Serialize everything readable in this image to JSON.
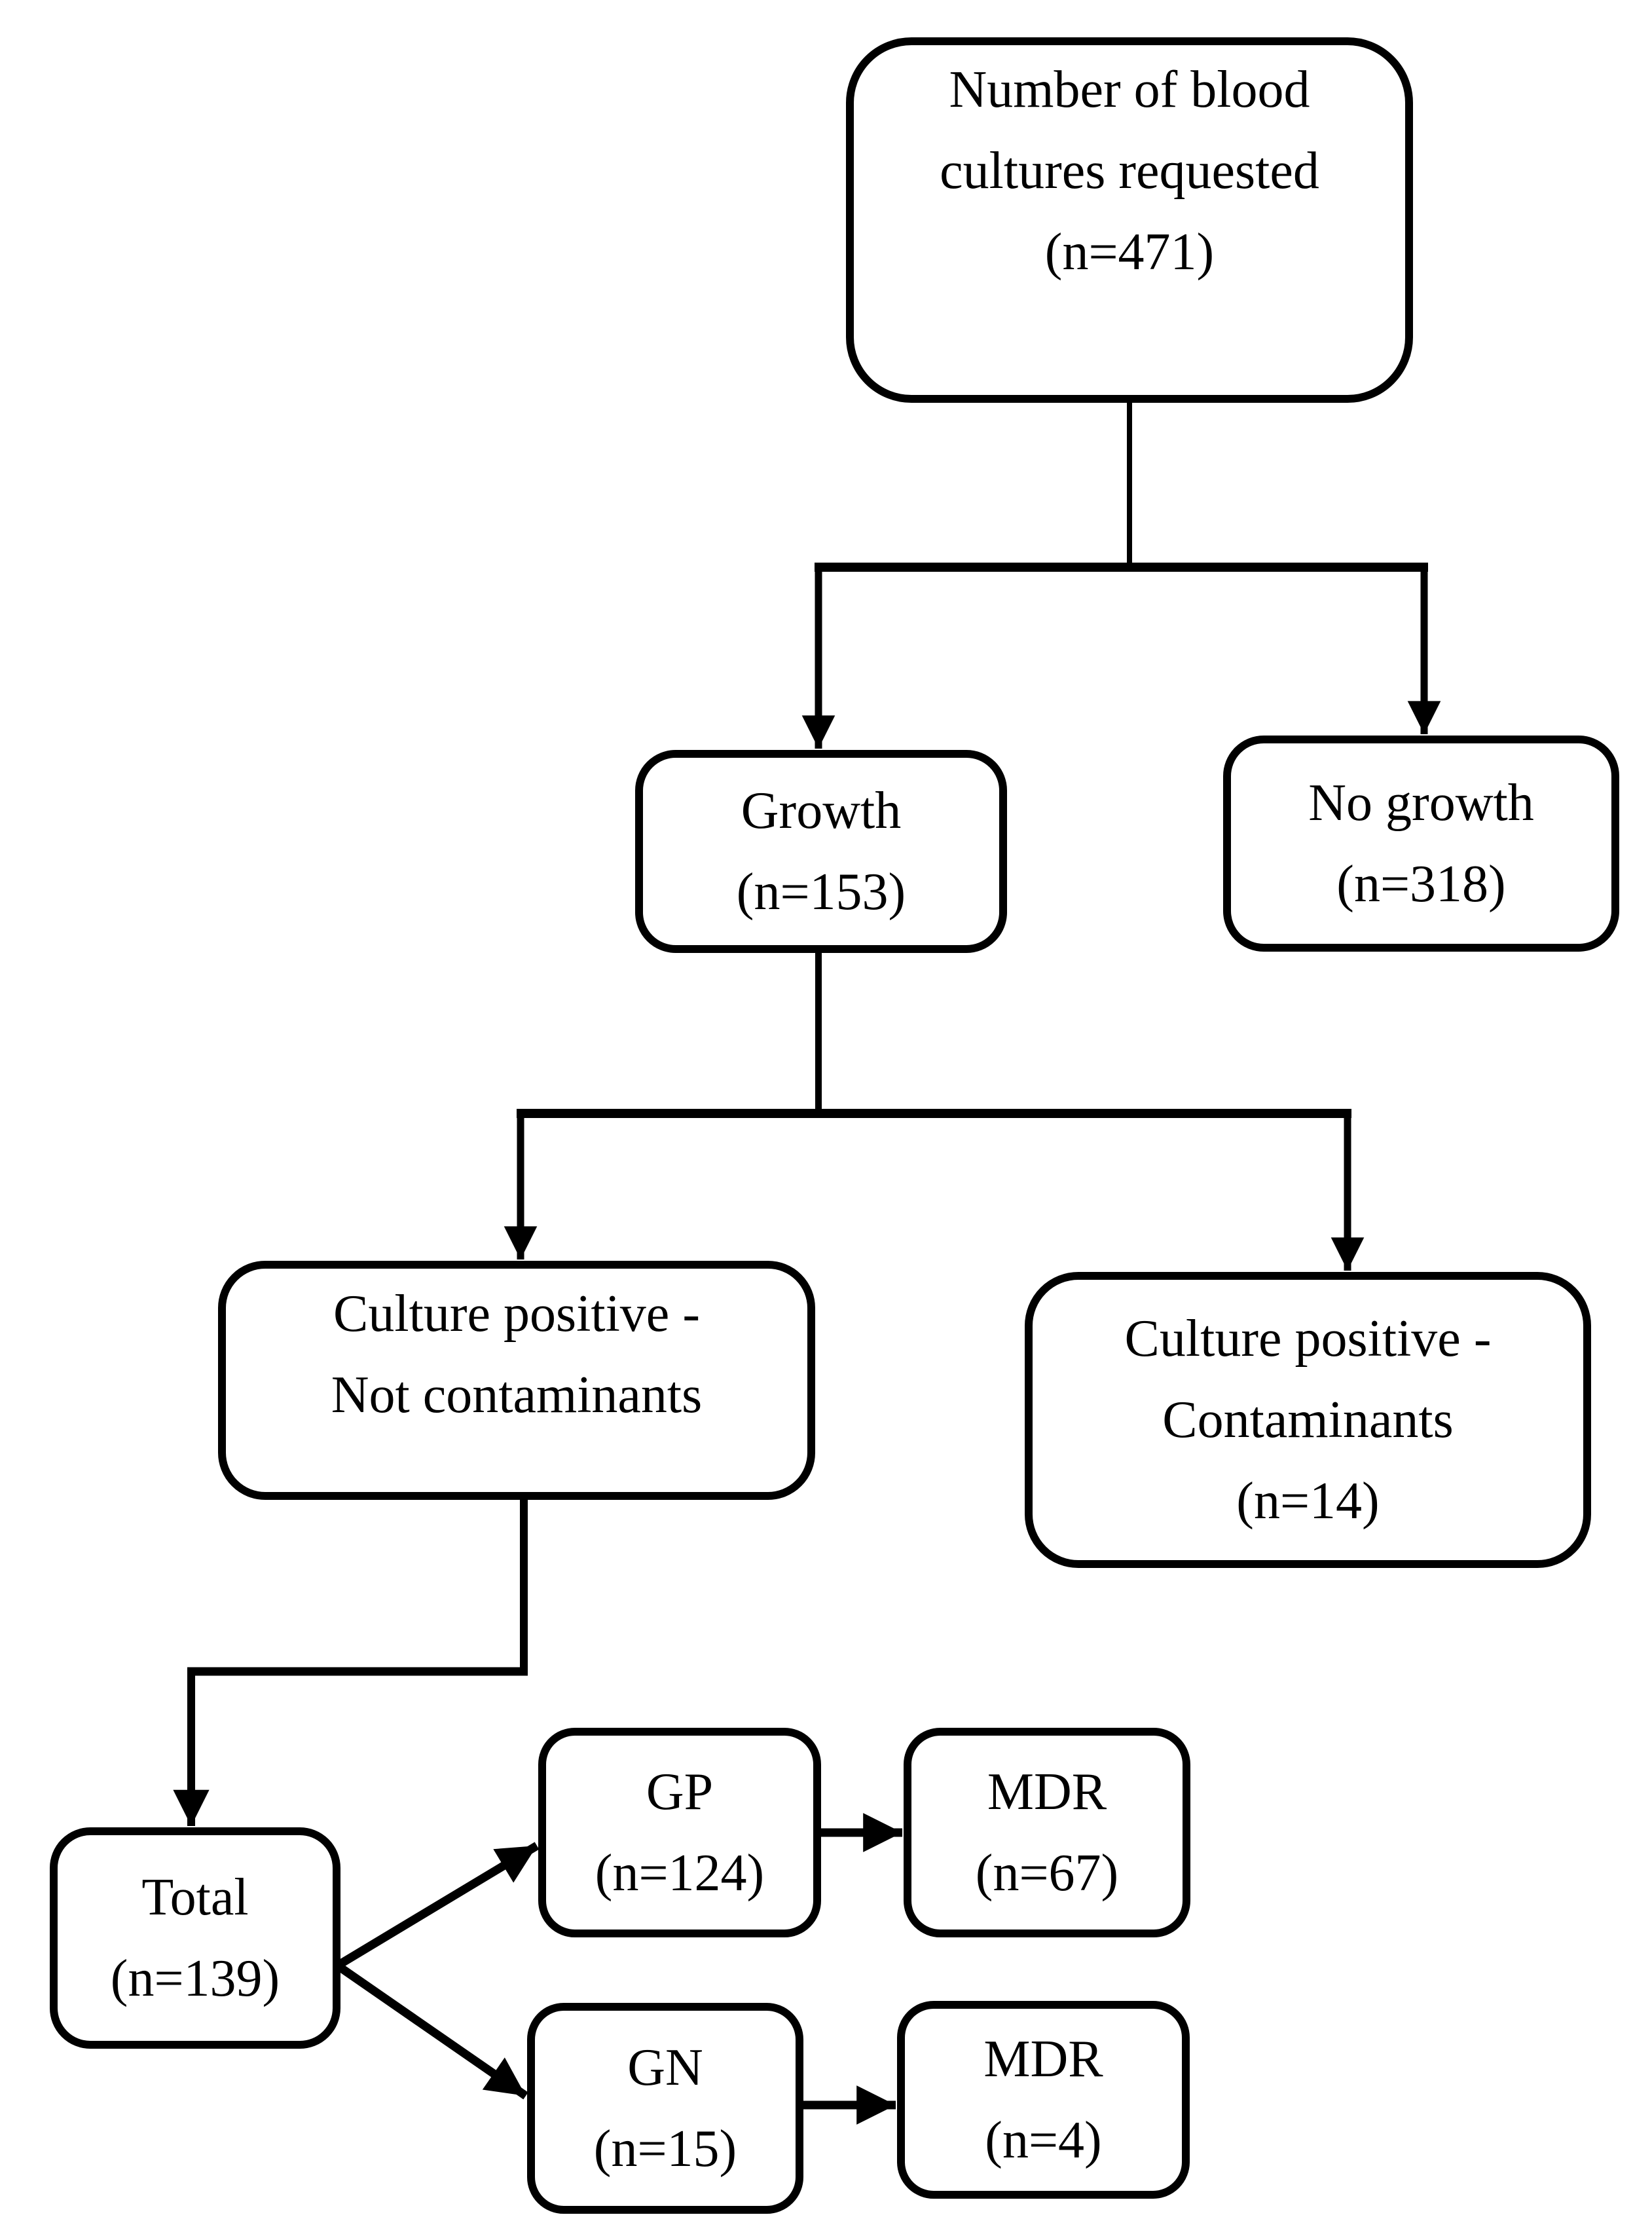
{
  "diagram": {
    "background_color": "#ffffff",
    "line_color": "#000000",
    "node_fill_color": "#ffffff",
    "nodes": {
      "blood_cultures_requested": {
        "lines": [
          "Number of blood",
          "cultures requested",
          "(n=471)"
        ]
      },
      "growth": {
        "lines": [
          "Growth",
          "(n=153)"
        ]
      },
      "no_growth": {
        "lines": [
          "No growth",
          "(n=318)"
        ]
      },
      "culture_positive_not_contaminants": {
        "lines": [
          "Culture positive -",
          "Not contaminants"
        ]
      },
      "culture_positive_contaminants": {
        "lines": [
          "Culture positive -",
          "Contaminants",
          "(n=14)"
        ]
      },
      "total": {
        "lines": [
          "Total",
          "(n=139)"
        ]
      },
      "gp": {
        "lines": [
          "GP",
          "(n=124)"
        ]
      },
      "mdr_gp": {
        "lines": [
          "MDR",
          "(n=67)"
        ]
      },
      "gn": {
        "lines": [
          "GN",
          "(n=15)"
        ]
      },
      "mdr_gn": {
        "lines": [
          "MDR",
          "(n=4)"
        ]
      }
    },
    "edges": [
      {
        "from": "blood_cultures_requested",
        "to": "growth"
      },
      {
        "from": "blood_cultures_requested",
        "to": "no_growth"
      },
      {
        "from": "growth",
        "to": "culture_positive_not_contaminants"
      },
      {
        "from": "growth",
        "to": "culture_positive_contaminants"
      },
      {
        "from": "culture_positive_not_contaminants",
        "to": "total"
      },
      {
        "from": "total",
        "to": "gp"
      },
      {
        "from": "total",
        "to": "gn"
      },
      {
        "from": "gp",
        "to": "mdr_gp"
      },
      {
        "from": "gn",
        "to": "mdr_gn"
      }
    ]
  }
}
